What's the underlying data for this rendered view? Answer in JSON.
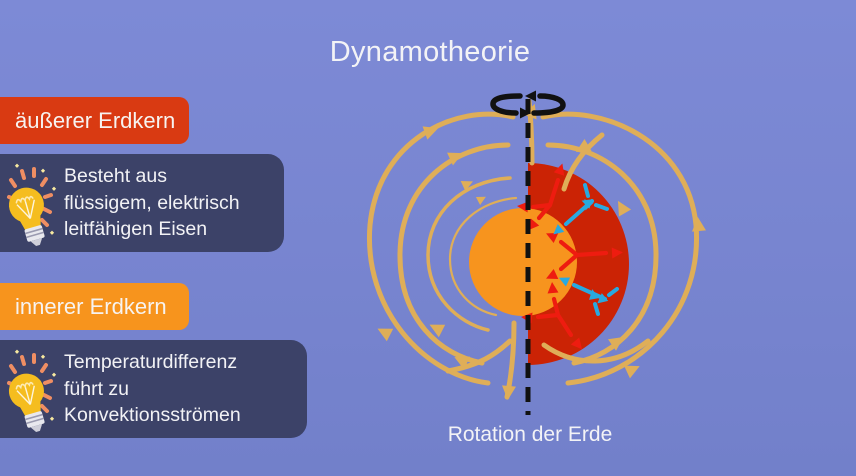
{
  "header": {
    "title": "Dynamotheorie"
  },
  "sidebar": {
    "outer_core": {
      "label": "äußerer Erdkern",
      "note_line1": "Besteht aus",
      "note_line2": "flüssigem, elektrisch",
      "note_line3": "leitfähigen Eisen"
    },
    "inner_core": {
      "label": "innerer Erdkern",
      "note_line1": "Temperaturdifferenz",
      "note_line2": "führt zu",
      "note_line3": "Konvektionsströmen"
    }
  },
  "diagram": {
    "caption": "Rotation der Erde",
    "parts": {
      "axis": "dashed black vertical rotation axis",
      "rotation_indicator": "black curved arrows around axis top",
      "outer_core": "red half disc (right of axis)",
      "inner_core": "orange circle at center",
      "field_lines": "golden magnetic field loops with arrowheads",
      "hot_convection_arrows": "red arrows pointing outward in outer core",
      "cold_convection_arrows": "cyan arrows pointing inward in outer core"
    }
  },
  "icons": {
    "note_icon": "lightbulb-icon",
    "rotation_icon": "rotation-arrows-icon"
  },
  "colors": {
    "background": "#7784cf",
    "note_box": "#3c4268",
    "outer_core_chip": "#d93a12",
    "inner_core_chip": "#f7941d",
    "outer_core_fill": "#cb2305",
    "inner_core_fill": "#f7941e",
    "field_line": "#dfae58",
    "hot_arrow": "#ee1c10",
    "cold_arrow": "#29a9e0",
    "text": "#f3f3f6"
  }
}
